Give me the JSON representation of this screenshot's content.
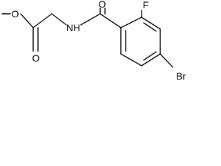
{
  "molecule": {
    "atoms": {
      "o_ketone": "O",
      "nh": "NH",
      "o_ester_carbonyl": "O",
      "o_ester": "O",
      "f": "F",
      "br": "Br"
    }
  },
  "colors": {
    "ink": "#000000",
    "background": "#ffffff"
  }
}
